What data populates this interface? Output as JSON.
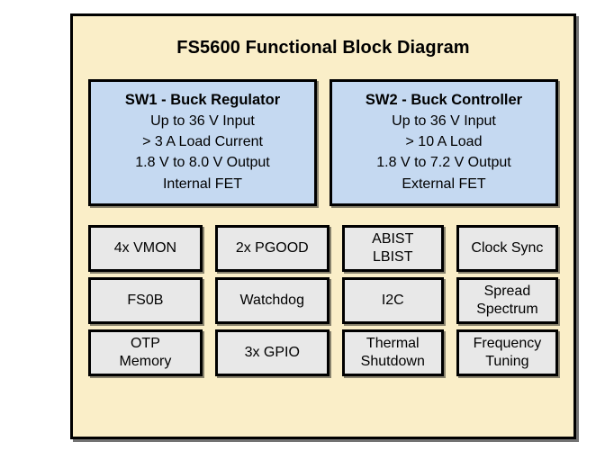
{
  "diagram": {
    "title": "FS5600 Functional Block Diagram",
    "background_color": "#faeec8",
    "border_color": "#000000",
    "switcher_block_color": "#c5d9f1",
    "feature_cell_color": "#e8e8e8",
    "switchers": [
      {
        "heading": "SW1 - Buck Regulator",
        "specs": [
          "Up to 36 V Input",
          "> 3 A Load Current",
          "1.8 V to 8.0 V Output",
          "Internal FET"
        ]
      },
      {
        "heading": "SW2 - Buck Controller",
        "specs": [
          "Up to 36 V Input",
          "> 10 A Load",
          "1.8 V to 7.2 V Output",
          "External FET"
        ]
      }
    ],
    "features": [
      [
        {
          "line1": "4x VMON",
          "line2": ""
        },
        {
          "line1": "2x PGOOD",
          "line2": ""
        },
        {
          "line1": "ABIST",
          "line2": "LBIST"
        },
        {
          "line1": "Clock Sync",
          "line2": ""
        }
      ],
      [
        {
          "line1": "FS0B",
          "line2": ""
        },
        {
          "line1": "Watchdog",
          "line2": ""
        },
        {
          "line1": "I2C",
          "line2": ""
        },
        {
          "line1": "Spread",
          "line2": "Spectrum"
        }
      ],
      [
        {
          "line1": "OTP",
          "line2": "Memory"
        },
        {
          "line1": "3x GPIO",
          "line2": ""
        },
        {
          "line1": "Thermal",
          "line2": "Shutdown"
        },
        {
          "line1": "Frequency",
          "line2": "Tuning"
        }
      ]
    ]
  }
}
